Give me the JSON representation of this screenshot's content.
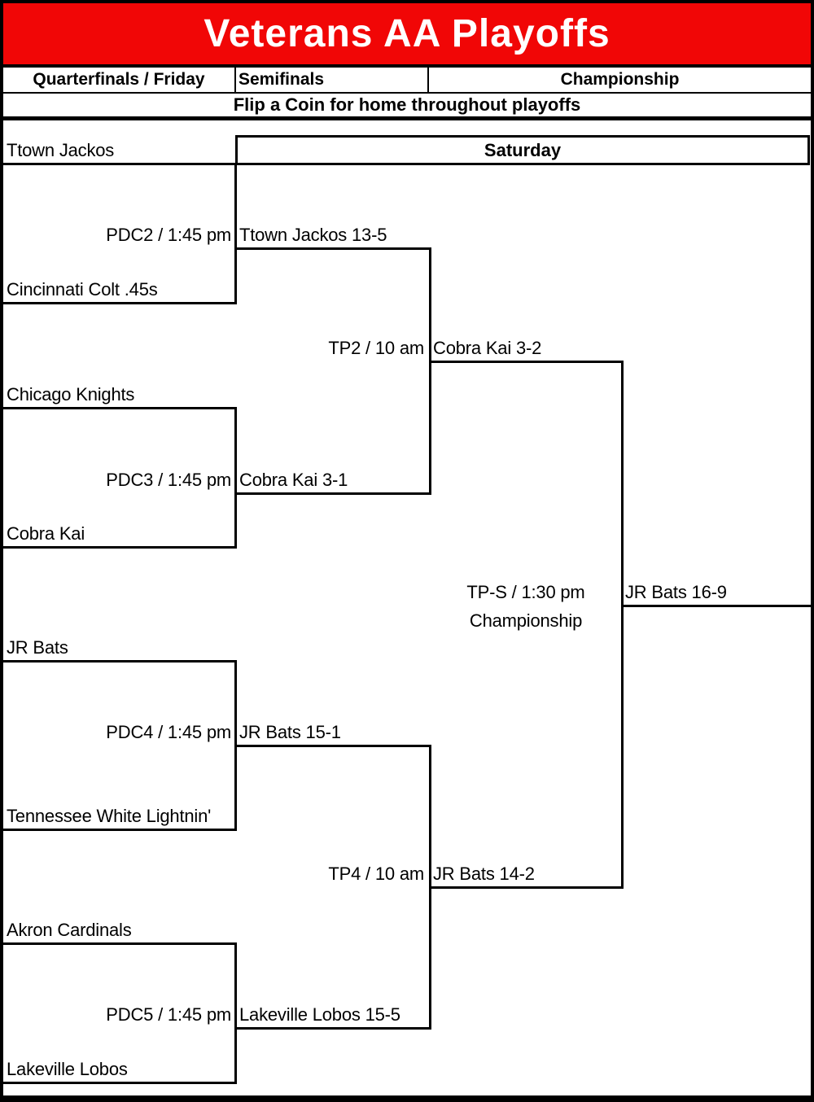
{
  "title": "Veterans AA Playoffs",
  "header": {
    "round1": "Quarterfinals / Friday",
    "round2": "Semifinals",
    "round3": "Championship"
  },
  "notes": {
    "coin_rule": "Flip a Coin for home throughout playoffs",
    "day": "Saturday"
  },
  "colors": {
    "banner_red": "#F10606",
    "line_black": "#000000",
    "title_white": "#FFFFFF"
  },
  "teams": [
    "Ttown Jackos",
    "Cincinnati Colt .45s",
    "Chicago Knights",
    "Cobra Kai",
    "JR Bats",
    "Tennessee White Lightnin'",
    "Akron Cardinals",
    "Lakeville Lobos"
  ],
  "games": {
    "quarterfinals": [
      {
        "code": "PDC2 / 1:45 pm",
        "winner": "Ttown Jackos 13-5"
      },
      {
        "code": "PDC3 / 1:45 pm",
        "winner": "Cobra Kai 3-1"
      },
      {
        "code": "PDC4 / 1:45 pm",
        "winner": "JR Bats 15-1"
      },
      {
        "code": "PDC5 / 1:45 pm",
        "winner": "Lakeville Lobos 15-5"
      }
    ],
    "semifinals": [
      {
        "code": "TP2 / 10 am",
        "winner": "Cobra Kai 3-2"
      },
      {
        "code": "TP4 / 10 am",
        "winner": "JR Bats 14-2"
      }
    ],
    "championship": {
      "code": "TP-S / 1:30 pm",
      "label": "Championship",
      "winner": "JR Bats 16-9"
    }
  }
}
